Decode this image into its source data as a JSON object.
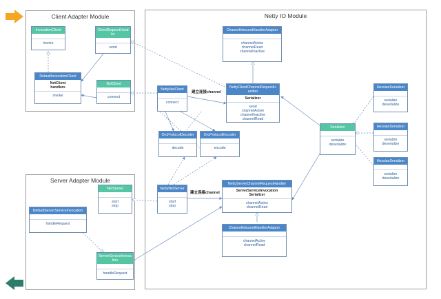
{
  "modules": {
    "client": "Client Adapter Module",
    "server": "Server Adapter Module",
    "netty": "Netty IO Module"
  },
  "classes": {
    "invocationClient": {
      "name": "InvocationClient",
      "ops": [
        "invoke"
      ]
    },
    "clientRequestHandler": {
      "name": "ClientRequestHand ler",
      "ops": [
        "send"
      ]
    },
    "defaultInvocationClient": {
      "name": "DefaultInvocationClient",
      "attrs": [
        "NetClient",
        "handlers"
      ],
      "ops": [
        "invoke"
      ]
    },
    "netClient": {
      "name": "NetClient",
      "ops": [
        "connect"
      ]
    },
    "nettyNetClient": {
      "name": "NettyNetClient",
      "ops": [
        "connect"
      ]
    },
    "channelInboundHandlerAdapterTop": {
      "name": "ChannelInboundHandlerAdapter",
      "ops": [
        "channelActive",
        "channelRead",
        "channelInactive"
      ]
    },
    "nettyClientChannelRequestHandler": {
      "name": "NettyClientChannelRequestH andler",
      "attrs": [
        "Serializer"
      ],
      "ops": [
        "send",
        "channelActive",
        "channelInactive",
        "channelRead"
      ]
    },
    "orcProtocolDecoder": {
      "name": "OrcProtocolDecoder",
      "ops": [
        "decode"
      ]
    },
    "orcProtocolEncoder": {
      "name": "OrcProtocolEncoder",
      "ops": [
        "encode"
      ]
    },
    "serializer": {
      "name": "Serializer",
      "ops": [
        "serialize",
        "deserialize"
      ]
    },
    "hessianSerializer1": {
      "name": "HessianSerializer",
      "ops": [
        "serialize",
        "deserialize"
      ]
    },
    "hessianSerializer2": {
      "name": "HessianSerializer",
      "ops": [
        "serialize",
        "deserialize"
      ]
    },
    "hessianSerializer3": {
      "name": "HessianSerializer",
      "ops": [
        "serialize",
        "deserialize"
      ]
    },
    "nettyNetServer": {
      "name": "NettyNetServer",
      "ops": [
        "start",
        "stop"
      ]
    },
    "nettyServerChannelRequestHandler": {
      "name": "NettyServerChannelRequestHandler",
      "attrs": [
        "ServerServiceInvocation",
        "Serializer"
      ],
      "ops": [
        "channelActive",
        "channelRead"
      ]
    },
    "channelInboundHandlerAdapterBottom": {
      "name": "ChannelInboundHandlerAdapter",
      "ops": [
        "channelActive",
        "channelRead"
      ]
    },
    "netServer": {
      "name": "NetServer",
      "ops": [
        "start",
        "stop"
      ]
    },
    "defaultServerServiceInvocation": {
      "name": "DefaultServerServiceInvocation",
      "ops": [
        "handleRequest"
      ]
    },
    "serverServiceInvocation": {
      "name": "ServerServiceInvoca tion",
      "ops": [
        "handleRequest"
      ]
    }
  },
  "edge_labels": {
    "client_channel": "建立连接channel",
    "server_channel": "建立连接channel"
  },
  "colors": {
    "header_blue": "#4a86c8",
    "header_green": "#55c6a3",
    "arrow_orange": "#f5a623",
    "arrow_teal": "#2e7d6b",
    "edge": "#6a8fbf"
  }
}
